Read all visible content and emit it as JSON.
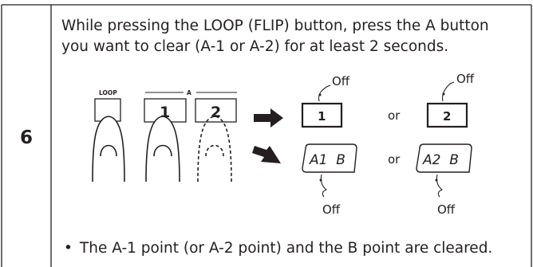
{
  "step": {
    "number": "6",
    "instruction_line1": "While pressing the LOOP (FLIP) button, press the A button",
    "instruction_line2": "you want to clear (A-1 or A-2) for at least 2 seconds."
  },
  "illustration": {
    "loop_label": "LOOP",
    "a_label": "A",
    "button1_label": "1",
    "button2_label": "2",
    "display_top": {
      "left_box": "1",
      "right_box": "2",
      "or": "or",
      "off_left": "Off",
      "off_right": "Off"
    },
    "display_bottom": {
      "left_box": "A1  B",
      "right_box": "A2  B",
      "or": "or",
      "off_left": "Off",
      "off_right": "Off"
    }
  },
  "note": {
    "bullet": "•",
    "text": "The A-1 point (or A-2 point) and the B point are cleared."
  }
}
